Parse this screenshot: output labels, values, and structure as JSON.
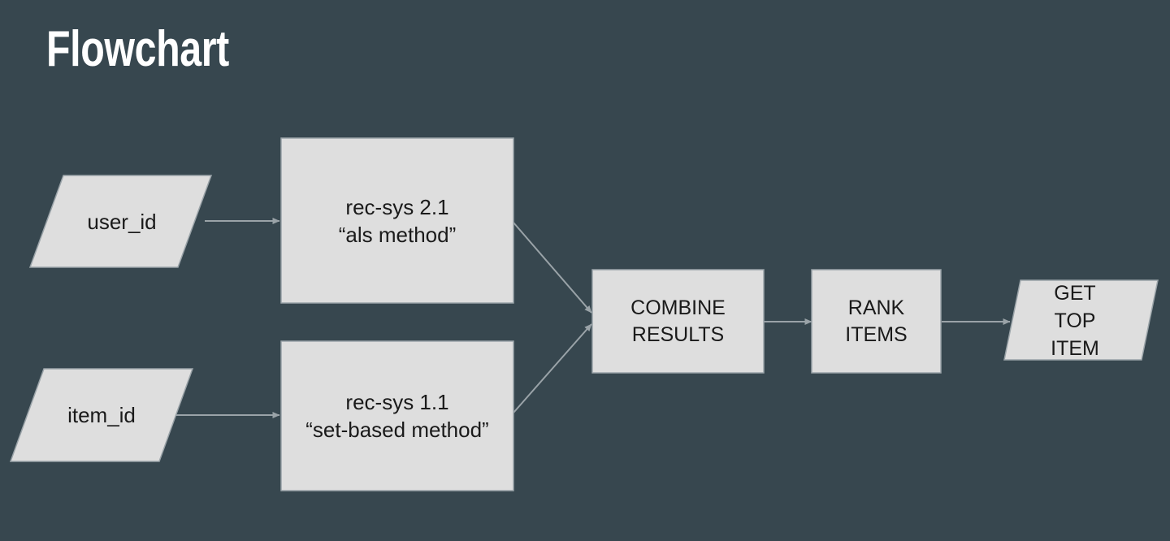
{
  "page": {
    "title": "Flowchart",
    "background_color": "#37474f",
    "node_fill_color": "#dedede",
    "node_stroke_color": "#9aa3a8",
    "edge_color": "#9aa3a8",
    "text_color": "#1a1a1a",
    "title_color": "#ffffff"
  },
  "chart_data": {
    "type": "diagram",
    "title": "Flowchart",
    "nodes": [
      {
        "id": "user_id",
        "shape": "parallelogram",
        "lines": [
          "user_id"
        ]
      },
      {
        "id": "item_id",
        "shape": "parallelogram",
        "lines": [
          "item_id"
        ]
      },
      {
        "id": "rec_sys_21",
        "shape": "rectangle",
        "lines": [
          "rec-sys 2.1",
          "“als method”"
        ]
      },
      {
        "id": "rec_sys_11",
        "shape": "rectangle",
        "lines": [
          "rec-sys 1.1",
          "“set-based method”"
        ]
      },
      {
        "id": "combine_results",
        "shape": "rectangle",
        "lines": [
          "COMBINE",
          "RESULTS"
        ]
      },
      {
        "id": "rank_items",
        "shape": "rectangle",
        "lines": [
          "RANK",
          "ITEMS"
        ]
      },
      {
        "id": "get_top_item",
        "shape": "parallelogram",
        "lines": [
          "GET",
          "TOP",
          "ITEM"
        ]
      }
    ],
    "edges": [
      {
        "from": "user_id",
        "to": "rec_sys_21"
      },
      {
        "from": "item_id",
        "to": "rec_sys_11"
      },
      {
        "from": "rec_sys_21",
        "to": "combine_results"
      },
      {
        "from": "rec_sys_11",
        "to": "combine_results"
      },
      {
        "from": "combine_results",
        "to": "rank_items"
      },
      {
        "from": "rank_items",
        "to": "get_top_item"
      }
    ]
  },
  "labels": {
    "user_id": "user_id",
    "item_id": "item_id",
    "rec_sys_21_line1": "rec-sys 2.1",
    "rec_sys_21_line2": "“als method”",
    "rec_sys_11_line1": "rec-sys 1.1",
    "rec_sys_11_line2": "“set-based method”",
    "combine_line1": "COMBINE",
    "combine_line2": "RESULTS",
    "rank_line1": "RANK",
    "rank_line2": "ITEMS",
    "get_top_line1": "GET",
    "get_top_line2": "TOP",
    "get_top_line3": "ITEM"
  }
}
